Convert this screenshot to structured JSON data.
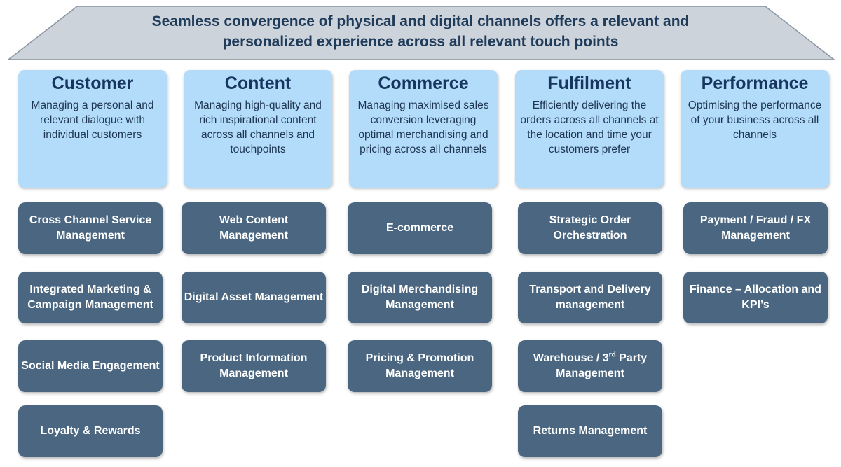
{
  "banner": {
    "line1": "Seamless convergence of physical and digital channels offers a relevant and",
    "line2": "personalized experience across all relevant touch points"
  },
  "columns": [
    {
      "title": "Customer",
      "description": "Managing a personal and relevant dialogue with individual customers",
      "items": [
        {
          "label": "Cross Channel Service Management"
        },
        {
          "label": "Integrated Marketing & Campaign Management"
        },
        {
          "label": "Social Media Engagement"
        },
        {
          "label": "Loyalty & Rewards"
        }
      ]
    },
    {
      "title": "Content",
      "description": "Managing high-quality and rich inspirational content across all channels and touchpoints",
      "items": [
        {
          "label": "Web Content Management"
        },
        {
          "label": "Digital Asset Management"
        },
        {
          "label": "Product Information Management"
        }
      ]
    },
    {
      "title": "Commerce",
      "description": "Managing maximised sales conversion leveraging optimal merchandising and pricing across all channels",
      "items": [
        {
          "label": "E-commerce"
        },
        {
          "label": "Digital Merchandising Management"
        },
        {
          "label": "Pricing & Promotion Management"
        }
      ]
    },
    {
      "title": "Fulfilment",
      "description": "Efficiently delivering the orders across all channels at the location and time your customers prefer",
      "items": [
        {
          "label": "Strategic Order Orchestration"
        },
        {
          "label": "Transport and Delivery management"
        },
        {
          "label": "Warehouse / 3",
          "sup": "rd",
          "label_post": " Party Management"
        },
        {
          "label": "Returns Management"
        }
      ]
    },
    {
      "title": "Performance",
      "description": "Optimising the performance of your business across all channels",
      "items": [
        {
          "label": "Payment / Fraud / FX Management"
        },
        {
          "label": "Finance – Allocation and KPI’s"
        }
      ]
    }
  ]
}
